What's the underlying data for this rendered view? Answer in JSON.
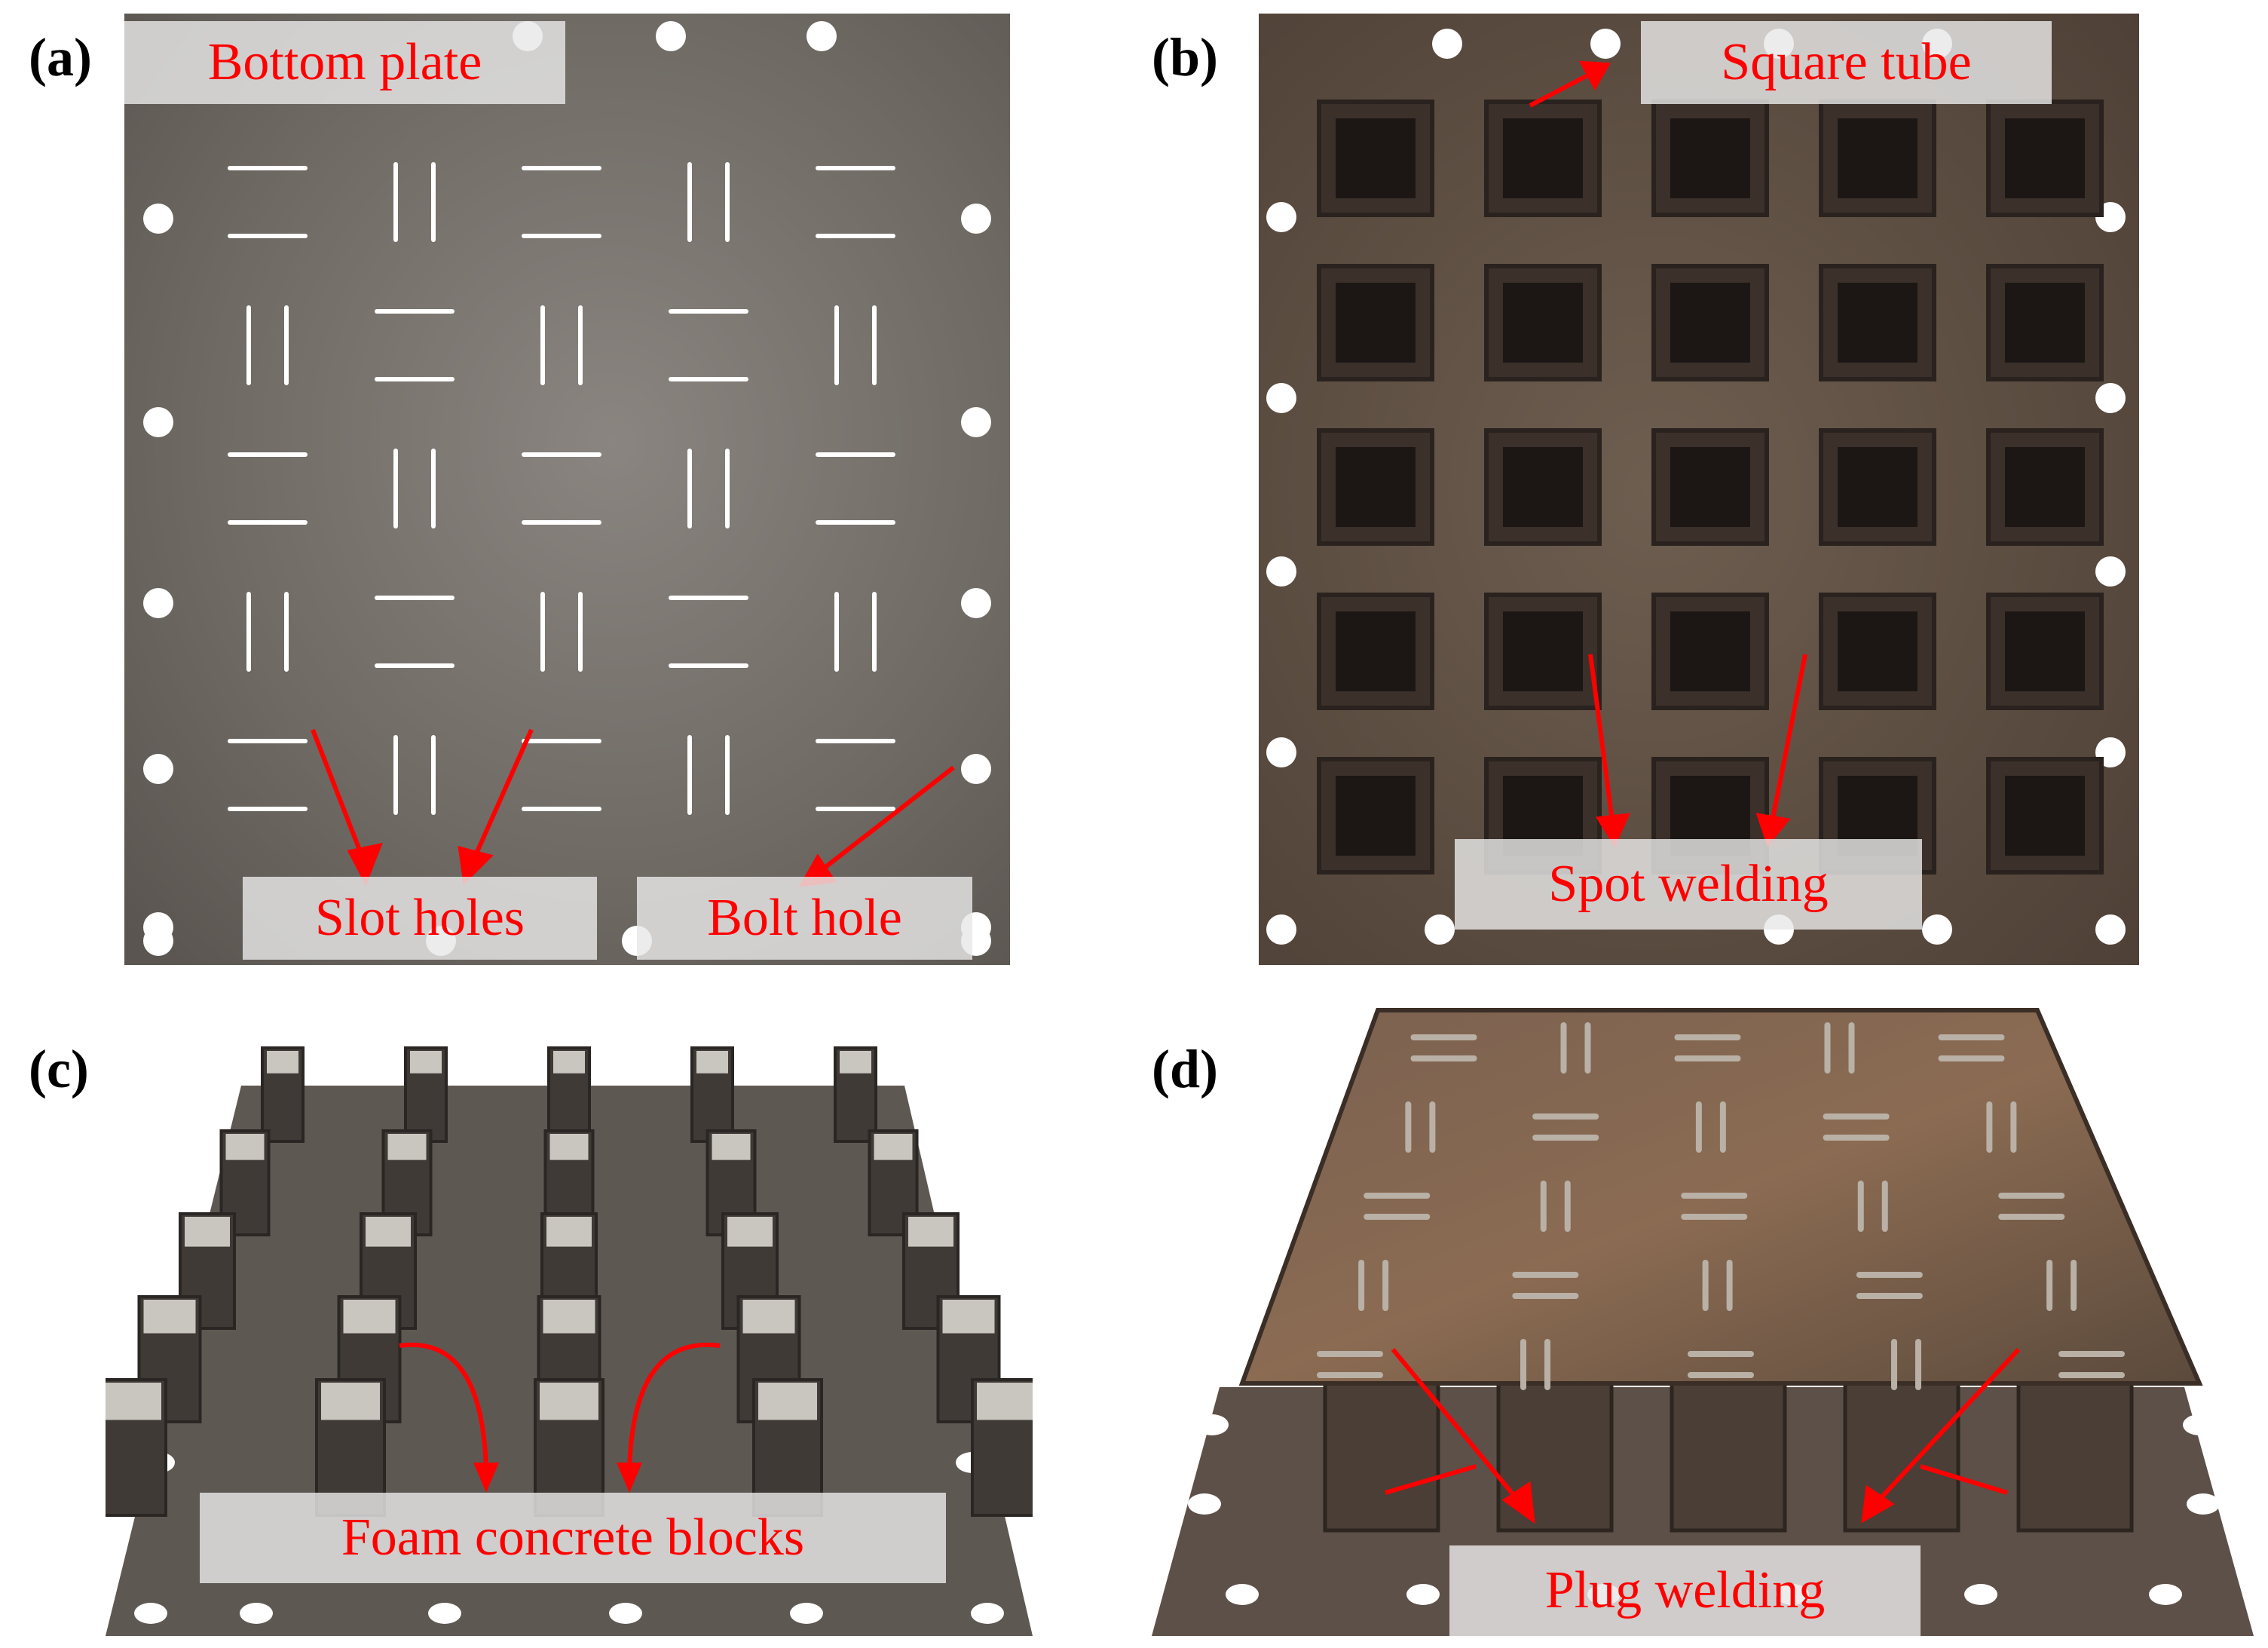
{
  "panels": {
    "a": {
      "letter": "(a)",
      "labels": {
        "bottom_plate": "Bottom plate",
        "slot_holes": "Slot holes",
        "bolt_hole": "Bolt hole"
      }
    },
    "b": {
      "letter": "(b)",
      "labels": {
        "square_tube": "Square tube",
        "spot_welding": "Spot welding"
      }
    },
    "c": {
      "letter": "(c)",
      "labels": {
        "foam_concrete_blocks": "Foam concrete blocks"
      }
    },
    "d": {
      "letter": "(d)",
      "labels": {
        "plug_welding": "Plug welding"
      }
    }
  },
  "colors": {
    "annotation_red": "#ff0000",
    "label_box": "#e8e8e8",
    "steel_plate": "#6f6a64",
    "rusty_plate": "#5b4a3c"
  }
}
